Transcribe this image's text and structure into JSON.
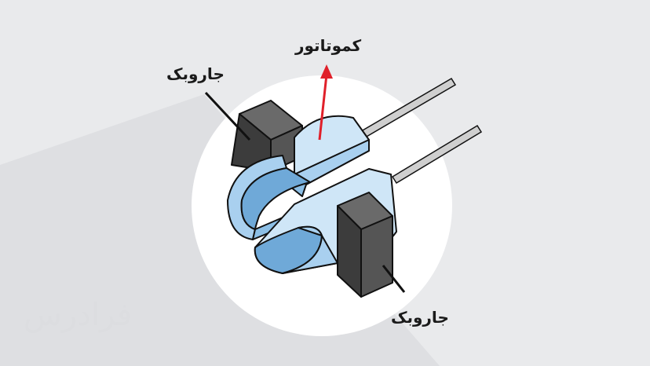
{
  "labels": {
    "commutator": "کموتاتور",
    "brush_top": "جاروبک",
    "brush_bottom": "جاروبک"
  },
  "watermark": "فرادرس",
  "colors": {
    "background": "#e9eaec",
    "shadow": "#dedfe2",
    "circle": "#ffffff",
    "segment_light": "#cfe6f7",
    "segment_mid": "#a9d0ef",
    "segment_dark": "#6fa9d8",
    "brush": "#454545",
    "brush_top_face": "#6a6a6a",
    "arrow": "#e0202a",
    "outline": "#111111"
  }
}
